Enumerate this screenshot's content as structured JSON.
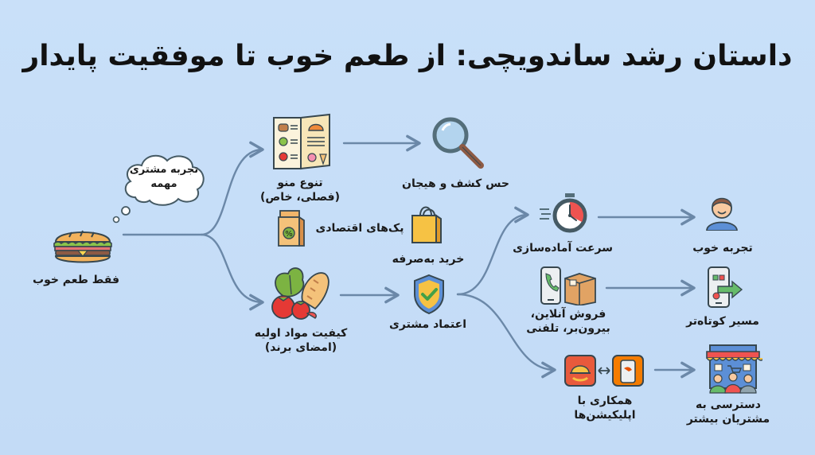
{
  "title": "داستان رشد ساندویچی: از طعم خوب تا موفقیت پایدار",
  "colors": {
    "background": "#c7ddf7",
    "arrow": "#6b88a8",
    "text": "#1a1a1a",
    "outline": "#37474f"
  },
  "start": {
    "label": "فقط طعم خوب",
    "icon": "sandwich-icon",
    "thought_bubble": {
      "line1": "تجربه مشتری",
      "line2": "مهمه"
    }
  },
  "branches": {
    "menu": {
      "line1": "تنوع منو",
      "line2": "(فصلی، خاص)",
      "icon": "menu-icon"
    },
    "discovery": {
      "label": "حس کشف و هیجان",
      "icon": "magnifier-icon"
    },
    "packs": {
      "label": "پک‌های اقتصادی",
      "icon": "paper-bag-icon"
    },
    "value_buy": {
      "label": "خرید به‌صرفه",
      "icon": "shopping-bag-icon"
    },
    "quality": {
      "line1": "کیفیت مواد اولیه",
      "line2": "(امضای برند)",
      "icon": "ingredients-icon"
    },
    "trust": {
      "label": "اعتماد مشتری",
      "icon": "shield-check-icon"
    }
  },
  "outcomes": {
    "speed": {
      "label": "سرعت آماده‌سازی",
      "icon": "stopwatch-icon"
    },
    "good_experience": {
      "label": "تجربه خوب",
      "icon": "happy-user-icon"
    },
    "online_sales": {
      "line1": "فروش آنلاین،",
      "line2": "بیرون‌بر، تلفنی",
      "icon": "phone-box-icon"
    },
    "shorter_path": {
      "label": "مسیر کوتاه‌تر",
      "icon": "mobile-arrow-icon"
    },
    "apps": {
      "line1": "همکاری با",
      "line2": "اپلیکیشن‌ها",
      "icon": "delivery-app-icon"
    },
    "more_customers": {
      "line1": "دسترسی به",
      "line2": "مشتریان بیشتر",
      "icon": "store-crowd-icon"
    }
  }
}
